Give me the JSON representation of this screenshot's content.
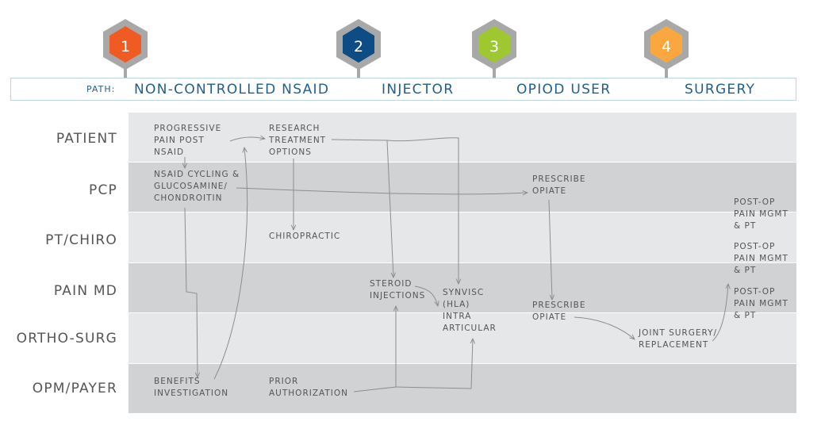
{
  "markers": [
    {
      "number": "1",
      "color": "#f05a23"
    },
    {
      "number": "2",
      "color": "#0e4c86"
    },
    {
      "number": "3",
      "color": "#9fc730"
    },
    {
      "number": "4",
      "color": "#f9a73e"
    }
  ],
  "path": {
    "label": "PATH:",
    "names": [
      "NON-CONTROLLED NSAID",
      "INJECTOR",
      "OPIOD USER",
      "SURGERY"
    ]
  },
  "lanes": [
    "PATIENT",
    "PCP",
    "PT/CHIRO",
    "PAIN MD",
    "ORTHO-SURG",
    "OPM/PAYER"
  ],
  "nodes": {
    "progressive_pain": "PROGRESSIVE\nPAIN POST\nNSAID",
    "research": "RESEARCH\nTREATMENT\nOPTIONS",
    "nsaid_cycling": "NSAID CYCLING &\nGLUCOSAMINE/\nCHONDROITIN",
    "prescribe_pcp": "PRESCRIBE\nOPIATE",
    "chiropractic": "CHIROPRACTIC",
    "steroid": "STEROID\nINJECTIONS",
    "synvisc": "SYNVISC\n(HLA)\nINTRA\nARTICULAR",
    "prescribe_pain": "PRESCRIBE\nOPIATE",
    "joint_surgery": "JOINT SURGERY/\nREPLACEMENT",
    "postop_1": "POST-OP\nPAIN MGMT\n& PT",
    "postop_2": "POST-OP\nPAIN MGMT\n& PT",
    "postop_3": "POST-OP\nPAIN MGMT\n& PT",
    "benefits": "BENEFITS\nINVESTIGATION",
    "prior_auth": "PRIOR\nAUTHORIZATION"
  }
}
